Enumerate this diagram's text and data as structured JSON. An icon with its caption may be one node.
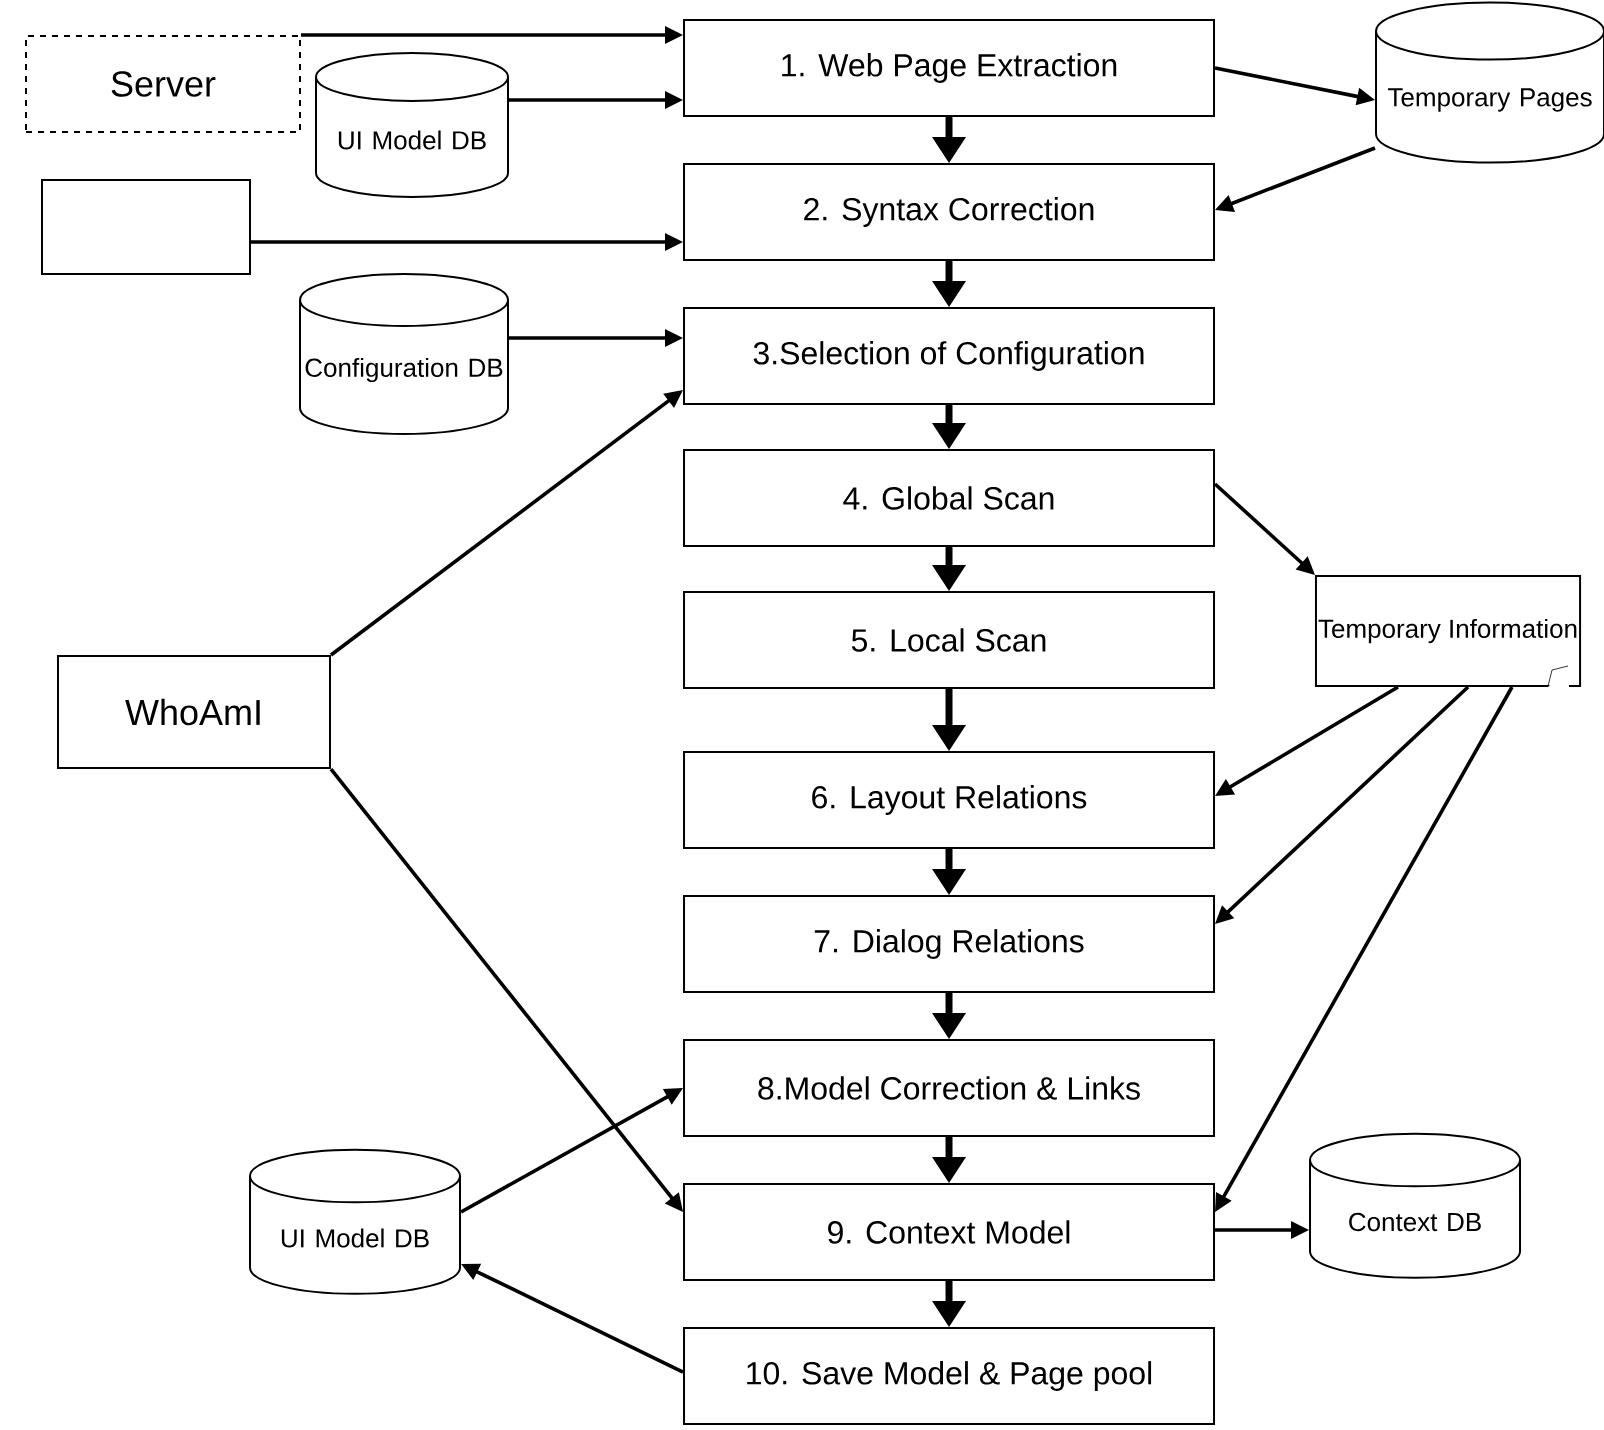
{
  "diagram": {
    "nodes": [
      {
        "text": [
          "Server"
        ]
      },
      {
        "text": [
          "1. Web Page Extraction"
        ]
      },
      {
        "text": [
          "Temporary Pages"
        ]
      },
      {
        "text": [
          "UI Model DB"
        ]
      },
      {
        "text": [],
        "shape": "box"
      },
      {
        "text": [
          "2. Syntax Correction"
        ]
      },
      {
        "text": [
          "Configuration DB"
        ]
      },
      {
        "text": [
          "3.Selection of Configuration"
        ]
      },
      {
        "text": [
          "4. Global Scan"
        ]
      },
      {
        "text": [
          "5. Local Scan"
        ]
      },
      {
        "text": [
          "Temporary Information"
        ]
      },
      {
        "text": [
          "WhoAmI"
        ]
      },
      {
        "text": [
          "6. Layout Relations"
        ]
      },
      {
        "text": [
          "7. Dialog Relations"
        ]
      },
      {
        "text": [
          "8.Model Correction & Links"
        ]
      },
      {
        "text": [
          "UI Model DB"
        ]
      },
      {
        "text": [
          "9. Context Model"
        ]
      },
      {
        "text": [
          "Context DB"
        ]
      },
      {
        "text": [
          "10. Save Model & Page pool"
        ]
      }
    ],
    "edges": [
      {
        "from": 0,
        "to": 1,
        "arrow": "to"
      },
      {
        "from": 3,
        "to": 1,
        "arrow": "to"
      },
      {
        "from": 1,
        "to": 2,
        "arrow": "to"
      },
      {
        "from": 2,
        "to": 5,
        "arrow": "to"
      },
      {
        "from": 4,
        "to": 5,
        "arrow": "to"
      },
      {
        "from": 1,
        "to": 5,
        "arrow": "to",
        "style": "thick"
      },
      {
        "from": 5,
        "to": 7,
        "arrow": "to",
        "style": "thick"
      },
      {
        "from": 6,
        "to": 7,
        "arrow": "to"
      },
      {
        "from": 11,
        "to": 7,
        "arrow": "to"
      },
      {
        "from": 7,
        "to": 8,
        "arrow": "to",
        "style": "thick"
      },
      {
        "from": 8,
        "to": 9,
        "arrow": "to",
        "style": "thick"
      },
      {
        "from": 8,
        "to": 10,
        "arrow": "to"
      },
      {
        "from": 9,
        "to": 12,
        "arrow": "to",
        "style": "thick"
      },
      {
        "from": 10,
        "to": 12,
        "arrow": "to"
      },
      {
        "from": 12,
        "to": 13,
        "arrow": "to",
        "style": "thick"
      },
      {
        "from": 10,
        "to": 13,
        "arrow": "to"
      },
      {
        "from": 13,
        "to": 14,
        "arrow": "to",
        "style": "thick"
      },
      {
        "from": 15,
        "to": 14,
        "arrow": "to"
      },
      {
        "from": 14,
        "to": 16,
        "arrow": "to",
        "style": "thick"
      },
      {
        "from": 11,
        "to": 16,
        "arrow": "to"
      },
      {
        "from": 10,
        "to": 16,
        "arrow": "to"
      },
      {
        "from": 16,
        "to": 17,
        "arrow": "to"
      },
      {
        "from": 16,
        "to": 18,
        "arrow": "to",
        "style": "thick"
      },
      {
        "from": 18,
        "to": 15,
        "arrow": "to"
      }
    ]
  }
}
